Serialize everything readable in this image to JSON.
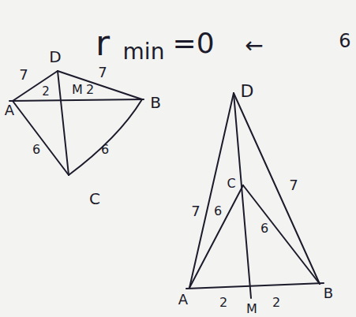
{
  "diagram": {
    "labels": [
      "r",
      "min",
      "=0",
      "←",
      "6",
      "D",
      "7",
      "2",
      "M",
      "2",
      "7",
      "A",
      "B",
      "6",
      "6",
      "C",
      "D",
      "C",
      "7",
      "6",
      "6",
      "7",
      "A",
      "2",
      "M",
      "2",
      "B"
    ]
  }
}
